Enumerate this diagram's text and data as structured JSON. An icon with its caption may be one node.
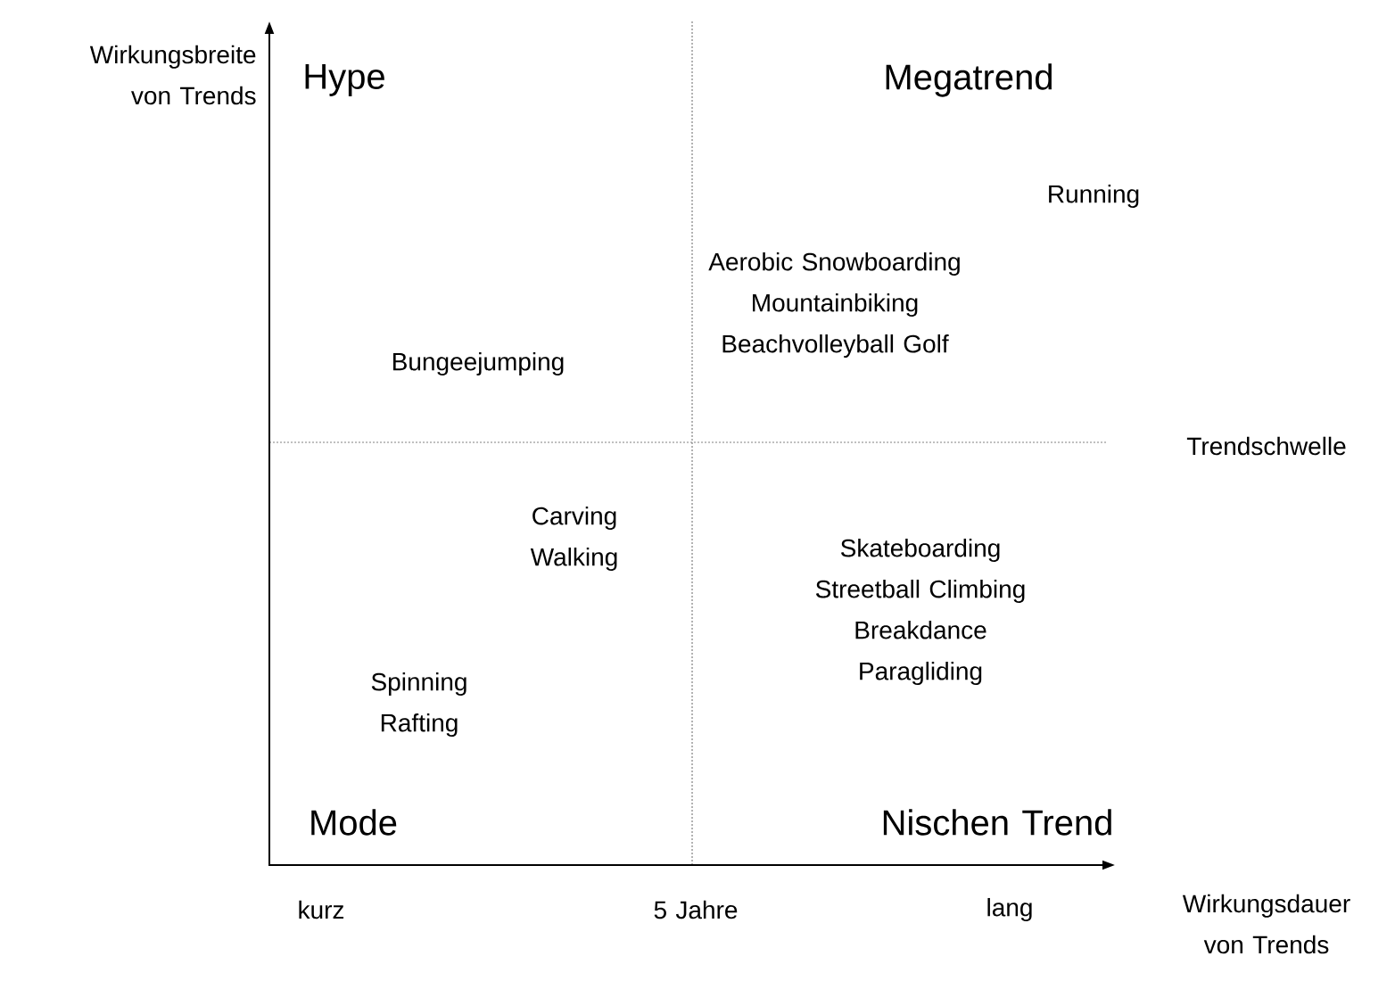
{
  "diagram": {
    "labels": [
      "Wirkungsbreite von Trends",
      "Hype",
      "Megatrend",
      "Running",
      "Aerobic Snowboarding Mountainbiking Beachvolleyball Golf",
      "Bungeejumping",
      "Trendschwelle",
      "Carving Walking",
      "Skateboarding Streetball Climbing Breakdance Paragliding",
      "Spinning Rafting",
      "Mode",
      "Nischen Trend",
      "kurz",
      "5 Jahre",
      "lang",
      "Wirkungsdauer von Trends"
    ]
  }
}
